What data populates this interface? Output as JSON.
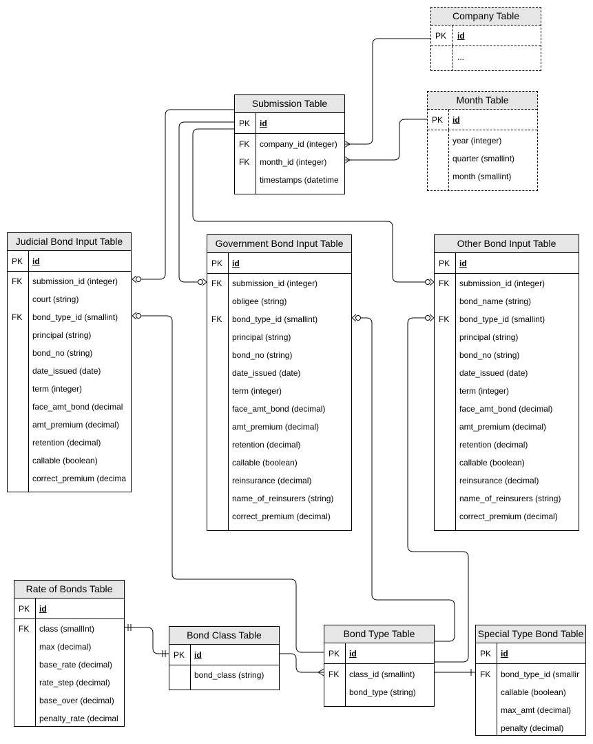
{
  "tables": {
    "company": {
      "title": "Company Table",
      "pk": {
        "key": "PK",
        "name": "id"
      },
      "fields": [
        {
          "key": "",
          "name": "..."
        }
      ]
    },
    "submission": {
      "title": "Submission Table",
      "pk": {
        "key": "PK",
        "name": "id"
      },
      "fields": [
        {
          "key": "FK",
          "name": "company_id (integer)"
        },
        {
          "key": "FK",
          "name": "month_id (integer)"
        },
        {
          "key": "",
          "name": "timestamps (datetime"
        }
      ]
    },
    "month": {
      "title": "Month Table",
      "pk": {
        "key": "PK",
        "name": "id"
      },
      "fields": [
        {
          "key": "",
          "name": "year (integer)"
        },
        {
          "key": "",
          "name": "quarter (smallint)"
        },
        {
          "key": "",
          "name": "month (smallint)"
        }
      ]
    },
    "judicial": {
      "title": "Judicial Bond Input Table",
      "pk": {
        "key": "PK",
        "name": "id"
      },
      "fields": [
        {
          "key": "FK",
          "name": "submission_id (integer)"
        },
        {
          "key": "",
          "name": "court (string)"
        },
        {
          "key": "FK",
          "name": "bond_type_id (smallint)"
        },
        {
          "key": "",
          "name": "principal (string)"
        },
        {
          "key": "",
          "name": "bond_no (string)"
        },
        {
          "key": "",
          "name": "date_issued (date)"
        },
        {
          "key": "",
          "name": "term (integer)"
        },
        {
          "key": "",
          "name": "face_amt_bond (decimal"
        },
        {
          "key": "",
          "name": "amt_premium (decimal)"
        },
        {
          "key": "",
          "name": "retention (decimal)"
        },
        {
          "key": "",
          "name": "callable (boolean)"
        },
        {
          "key": "",
          "name": "correct_premium (decima"
        }
      ]
    },
    "government": {
      "title": "Government Bond Input Table",
      "pk": {
        "key": "PK",
        "name": "id"
      },
      "fields": [
        {
          "key": "FK",
          "name": "submission_id (integer)"
        },
        {
          "key": "",
          "name": "obligee (string)"
        },
        {
          "key": "FK",
          "name": "bond_type_id (smallint)"
        },
        {
          "key": "",
          "name": "principal (string)"
        },
        {
          "key": "",
          "name": "bond_no (string)"
        },
        {
          "key": "",
          "name": "date_issued (date)"
        },
        {
          "key": "",
          "name": "term (integer)"
        },
        {
          "key": "",
          "name": "face_amt_bond (decimal)"
        },
        {
          "key": "",
          "name": "amt_premium (decimal)"
        },
        {
          "key": "",
          "name": "retention (decimal)"
        },
        {
          "key": "",
          "name": "callable (boolean)"
        },
        {
          "key": "",
          "name": "reinsurance (decimal)"
        },
        {
          "key": "",
          "name": "name_of_reinsurers (string)"
        },
        {
          "key": "",
          "name": "correct_premium (decimal)"
        }
      ]
    },
    "other": {
      "title": "Other Bond Input Table",
      "pk": {
        "key": "PK",
        "name": "id"
      },
      "fields": [
        {
          "key": "FK",
          "name": "submission_id (integer)"
        },
        {
          "key": "",
          "name": "bond_name (string)"
        },
        {
          "key": "FK",
          "name": "bond_type_id (smallint)"
        },
        {
          "key": "",
          "name": "principal (string)"
        },
        {
          "key": "",
          "name": "bond_no (string)"
        },
        {
          "key": "",
          "name": "date_issued (date)"
        },
        {
          "key": "",
          "name": "term (integer)"
        },
        {
          "key": "",
          "name": "face_amt_bond (decimal)"
        },
        {
          "key": "",
          "name": "amt_premium (decimal)"
        },
        {
          "key": "",
          "name": "retention (decimal)"
        },
        {
          "key": "",
          "name": "callable (boolean)"
        },
        {
          "key": "",
          "name": "reinsurance (decimal)"
        },
        {
          "key": "",
          "name": "name_of_reinsurers (string)"
        },
        {
          "key": "",
          "name": "correct_premium (decimal)"
        }
      ]
    },
    "rate": {
      "title": "Rate of Bonds Table",
      "pk": {
        "key": "PK",
        "name": "id"
      },
      "fields": [
        {
          "key": "FK",
          "name": "class (smallInt)"
        },
        {
          "key": "",
          "name": "max (decimal)"
        },
        {
          "key": "",
          "name": "base_rate (decimal)"
        },
        {
          "key": "",
          "name": "rate_step (decimal)"
        },
        {
          "key": "",
          "name": "base_over (decimal)"
        },
        {
          "key": "",
          "name": "penalty_rate (decimal"
        }
      ]
    },
    "bondclass": {
      "title": "Bond Class Table",
      "pk": {
        "key": "PK",
        "name": "id"
      },
      "fields": [
        {
          "key": "",
          "name": "bond_class (string)"
        }
      ]
    },
    "bondtype": {
      "title": "Bond Type Table",
      "pk": {
        "key": "PK",
        "name": "id"
      },
      "fields": [
        {
          "key": "FK",
          "name": "class_id (smallint)"
        },
        {
          "key": "",
          "name": "bond_type (string)"
        }
      ]
    },
    "special": {
      "title": "Special Type Bond Table",
      "pk": {
        "key": "PK",
        "name": "id"
      },
      "fields": [
        {
          "key": "FK",
          "name": "bond_type_id (smallir"
        },
        {
          "key": "",
          "name": "callable (boolean)"
        },
        {
          "key": "",
          "name": "max_amt (decimal)"
        },
        {
          "key": "",
          "name": "penalty (decimal)"
        }
      ]
    }
  }
}
